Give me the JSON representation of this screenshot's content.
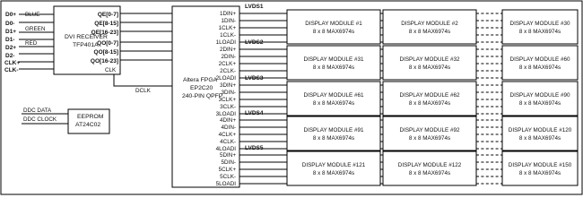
{
  "dvi_inputs": [
    {
      "pin": "D0+",
      "signal": "BLUE"
    },
    {
      "pin": "D0-",
      "signal": ""
    },
    {
      "pin": "D1+",
      "signal": "GREEN"
    },
    {
      "pin": "D1-",
      "signal": ""
    },
    {
      "pin": "D2+",
      "signal": "RED"
    },
    {
      "pin": "D2-",
      "signal": ""
    },
    {
      "pin": "CLK+",
      "signal": ""
    },
    {
      "pin": "CLK-",
      "signal": ""
    }
  ],
  "dvi_receiver": {
    "title": "DVI RECEIVER",
    "part": "TFP401A",
    "outputs": [
      "QE[0-7]",
      "QE[8-15]",
      "QE[16-23]",
      "QO[0-7]",
      "QO[8-15]",
      "QO[16-23]"
    ],
    "clk": "CLK"
  },
  "dclk_label": "DCLK",
  "fpga": {
    "line1": "Altera FPGA",
    "line2": "EP2C20",
    "line3": "240-PIN QPFP"
  },
  "eeprom": {
    "signals": [
      "DDC DATA",
      "DDC CLOCK"
    ],
    "line1": "EEPROM",
    "line2": "AT24C02"
  },
  "channels": [
    {
      "bus": "LVDS1",
      "pins": [
        "1DIN+",
        "1DIN-",
        "1CLK+",
        "1CLK-",
        "1LOADI"
      ],
      "modules": [
        {
          "name": "DISPLAY MODULE #1",
          "spec": "8 x 8 MAX6974s"
        },
        {
          "name": "DISPLAY MODULE #2",
          "spec": "8 x 8 MAX6974s"
        },
        {
          "name": "DISPLAY MODULE #30",
          "spec": "8 x 8 MAX6974s"
        }
      ]
    },
    {
      "bus": "LVDS2",
      "pins": [
        "2DIN+",
        "2DIN-",
        "2CLK+",
        "2CLK-",
        "2LOADI"
      ],
      "modules": [
        {
          "name": "DISPLAY MODULE #31",
          "spec": "8 x 8 MAX6974s"
        },
        {
          "name": "DISPLAY MODULE #32",
          "spec": "8 x 8 MAX6974s"
        },
        {
          "name": "DISPLAY MODULE #60",
          "spec": "8 x 8 MAX6974s"
        }
      ]
    },
    {
      "bus": "LVDS3",
      "pins": [
        "3DIN+",
        "3DIN-",
        "3CLK+",
        "3CLK-",
        "3LOADI"
      ],
      "modules": [
        {
          "name": "DISPLAY MODULE #61",
          "spec": "8 x 8 MAX6974s"
        },
        {
          "name": "DISPLAY MODULE #62",
          "spec": "8 x 8 MAX6974s"
        },
        {
          "name": "DISPLAY MODULE #90",
          "spec": "8 x 8 MAX6974s"
        }
      ]
    },
    {
      "bus": "LVDS4",
      "pins": [
        "4DIN+",
        "4DIN-",
        "4CLK+",
        "4CLK-",
        "4LOADI"
      ],
      "modules": [
        {
          "name": "DISPLAY MODULE #91",
          "spec": "8 x 8 MAX6974s"
        },
        {
          "name": "DISPLAY MODULE #92",
          "spec": "8 x 8 MAX6974s"
        },
        {
          "name": "DISPLAY MODULE #120",
          "spec": "8 x 8 MAX6974s"
        }
      ]
    },
    {
      "bus": "LVDS5",
      "pins": [
        "5DIN+",
        "5DIN-",
        "5CLK+",
        "5CLK-",
        "5LOADI"
      ],
      "modules": [
        {
          "name": "DISPLAY MODULE #121",
          "spec": "8 x 8 MAX6974s"
        },
        {
          "name": "DISPLAY MODULE #122",
          "spec": "8 x 8 MAX6974s"
        },
        {
          "name": "DISPLAY MODULE #150",
          "spec": "8 x 8 MAX6974s"
        }
      ]
    }
  ]
}
